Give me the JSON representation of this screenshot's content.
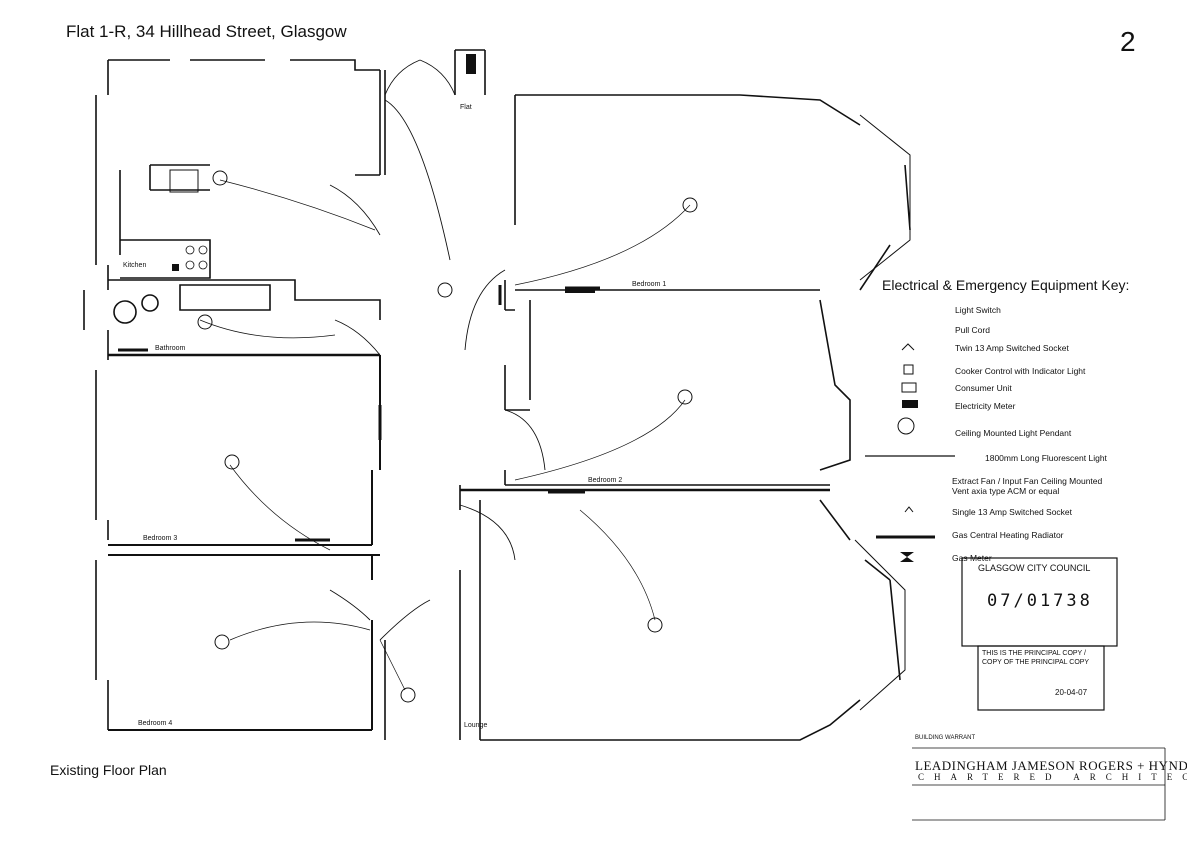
{
  "header": {
    "title": "Flat 1-R, 34 Hillhead Street, Glasgow",
    "page_number": "2"
  },
  "footer": {
    "subtitle": "Existing Floor Plan"
  },
  "rooms": {
    "flat": "Flat",
    "kitchen": "Kitchen",
    "bathroom": "Bathroom",
    "bedroom1": "Bedroom 1",
    "bedroom2": "Bedroom 2",
    "bedroom3": "Bedroom 3",
    "bedroom4": "Bedroom 4",
    "lounge": "Lounge"
  },
  "key": {
    "title": "Electrical & Emergency Equipment Key:",
    "items": [
      "Light Switch",
      "Pull Cord",
      "Twin 13 Amp Switched Socket",
      "Cooker Control with Indicator Light",
      "Consumer Unit",
      "Electricity Meter",
      "Ceiling Mounted Light Pendant",
      "1800mm Long Fluorescent Light",
      "Extract Fan / Input Fan Ceiling Mounted",
      "Vent axia type ACM or equal",
      "Single 13 Amp Switched Socket",
      "Gas Central Heating Radiator",
      "Gas Meter"
    ]
  },
  "stamp": {
    "council": "GLASGOW CITY COUNCIL",
    "number": "07/01738",
    "principal_line1": "THIS IS THE PRINCIPAL COPY /",
    "principal_line2": "COPY OF THE PRINCIPAL COPY",
    "date": "20-04-07"
  },
  "title_block": {
    "warrant": "BUILDING WARRANT",
    "firm": "LEADINGHAM JAMESON ROGERS + HYND",
    "firm_sub": "CHARTERED ARCHITECTS"
  }
}
